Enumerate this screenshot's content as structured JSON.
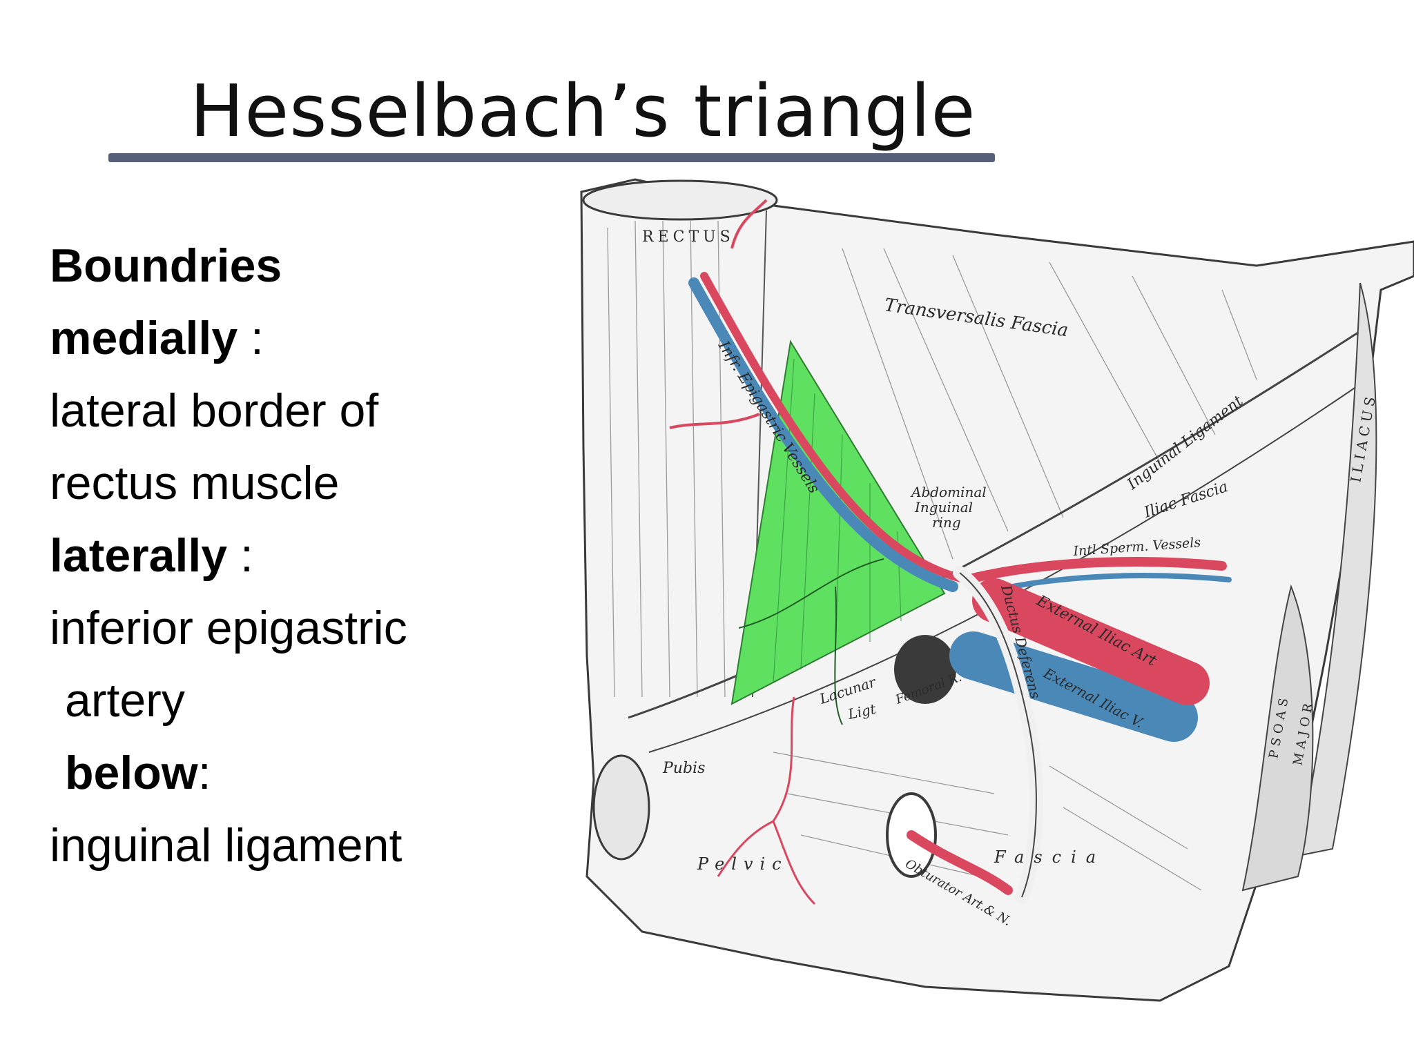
{
  "slide": {
    "title": "Hesselbach’s triangle",
    "rule_color": "#566179",
    "boundaries": {
      "heading": "Boundries",
      "medially_label": "medially",
      "medially_sep": " :",
      "medially_text_1": "lateral border of",
      "medially_text_2": "rectus muscle",
      "laterally_label": "laterally",
      "laterally_sep": " :",
      "laterally_text_1": "inferior epigastric",
      "laterally_text_2": "artery",
      "below_label": "below",
      "below_sep": ":",
      "below_text": "inguinal ligament"
    }
  },
  "figure": {
    "colors": {
      "triangle": "#5fe061",
      "artery": "#d9485f",
      "vein": "#4a88b8",
      "outline": "#3a3a3a"
    },
    "labels": {
      "rectus": "RECTUS",
      "transversalis_fascia": "Transversalis Fascia",
      "inguinal_ligament": "Inguinal Ligament",
      "iliac_fascia": "Iliac Fascia",
      "iliacus": "ILIACUS",
      "inf_epigastric": "Infr. Epigastric Vessels",
      "abdominal_ring_1": "Abdominal",
      "abdominal_ring_2": "Inguinal",
      "abdominal_ring_3": "ring",
      "int_sperm": "Intl Sperm. Vessels",
      "external_iliac_art": "External Iliac Art",
      "external_iliac_v": "External Iliac V.",
      "lacunar_1": "Lacunar",
      "lacunar_2": "Ligt",
      "femoral": "Femoral R.",
      "ductus": "Ductus Deferens",
      "psoas": "PSOAS",
      "major": "MAJOR",
      "pubis": "Pubis",
      "pelvic": "Pelvic",
      "fascia": "Fascia",
      "obturator": "Obturator Art.& N."
    }
  }
}
